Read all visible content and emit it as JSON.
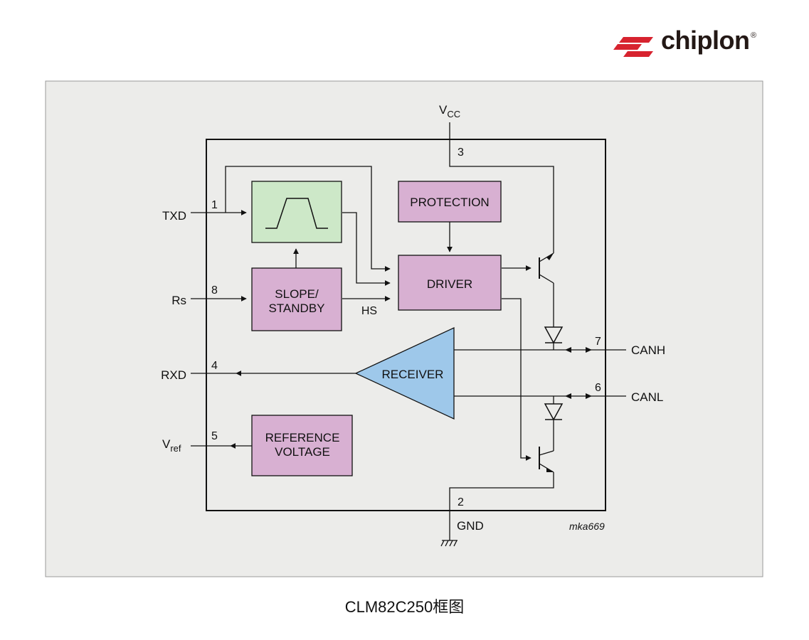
{
  "brand": {
    "name": "chiplon",
    "registered_mark": "®",
    "colors": {
      "primary": "#d7232f",
      "text": "#231815"
    }
  },
  "diagram": {
    "background": "#ececea",
    "pins": {
      "vcc_main": "V",
      "vcc_sub": "CC",
      "pin3": "3",
      "txd": "TXD",
      "pin1": "1",
      "rs": "Rs",
      "pin8": "8",
      "rxd": "RXD",
      "pin4": "4",
      "vref_main": "V",
      "vref_sub": "ref",
      "pin5": "5",
      "canh": "CANH",
      "pin7": "7",
      "canl": "CANL",
      "pin6": "6",
      "gnd": "GND",
      "pin2": "2"
    },
    "blocks": {
      "protection": "PROTECTION",
      "driver": "DRIVER",
      "slope_line1": "SLOPE/",
      "slope_line2": "STANDBY",
      "hs": "HS",
      "receiver": "RECEIVER",
      "reference_line1": "REFERENCE",
      "reference_line2": "VOLTAGE"
    },
    "block_colors": {
      "logic": "#d8b0d2",
      "filter": "#cde8c8",
      "receiver": "#9ec8ea"
    },
    "figure_code": "mka669"
  },
  "caption": "CLM82C250框图"
}
